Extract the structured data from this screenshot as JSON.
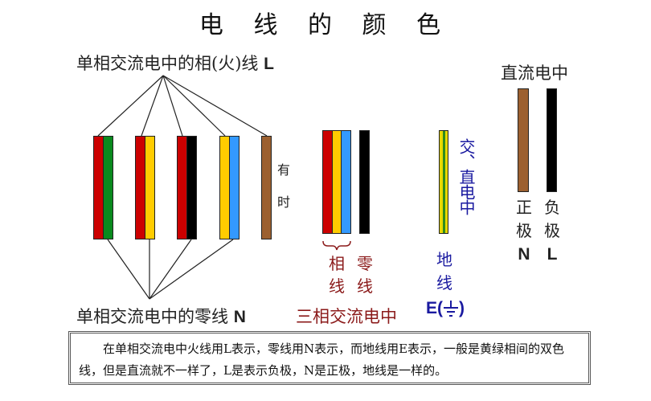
{
  "title": "电 线 的 颜 色",
  "single_phase": {
    "live_label": "单相交流电中的相(火)线",
    "live_letter": "L",
    "neutral_label": "单相交流电中的零线",
    "neutral_letter": "N",
    "side_note_1": "有",
    "side_note_2": "时",
    "wires": [
      {
        "colors": [
          "#cc0000",
          "#0a8a1e"
        ]
      },
      {
        "colors": [
          "#cc0000",
          "#ffcc00"
        ]
      },
      {
        "colors": [
          "#cc0000",
          "#000000"
        ]
      },
      {
        "colors": [
          "#ffcc00",
          "#3399ff"
        ]
      },
      {
        "colors": [
          "#9c6030"
        ]
      }
    ]
  },
  "three_phase": {
    "phase_label_1": "相",
    "phase_label_2": "线",
    "neutral_label_1": "零",
    "neutral_label_2": "线",
    "caption": "三相交流电中",
    "phase_colors": [
      "#cc0000",
      "#ffcc00",
      "#3399ff"
    ],
    "neutral_color": "#000000",
    "label_color": "#8b1a1a"
  },
  "ground": {
    "side_text": "交、直电中",
    "label_1": "地",
    "label_2": "线",
    "symbol": "E(⏚)",
    "letter": "E(",
    "close": ")",
    "colors": [
      "#e8d800",
      "#2e8b1e",
      "#e8d800"
    ],
    "label_color": "#1a1aa0"
  },
  "dc": {
    "title": "直流电中",
    "positive_label_1": "正",
    "positive_label_2": "极",
    "positive_letter": "N",
    "negative_label_1": "负",
    "negative_label_2": "极",
    "negative_letter": "L",
    "positive_color": "#9c6030",
    "negative_color": "#000000"
  },
  "note": {
    "text": "在单相交流电中火线用L表示，零线用N表示，而地线用E表示，一般是黄绿相间的双色线，但是直流就不一样了，L是表示负极，N是正极，地线是一样的。"
  }
}
